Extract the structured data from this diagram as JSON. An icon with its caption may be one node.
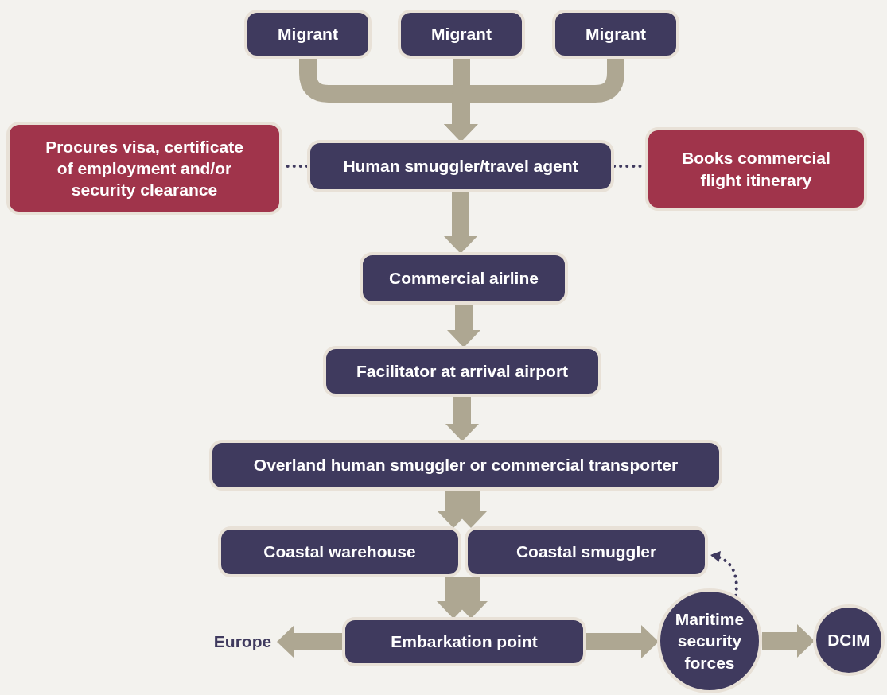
{
  "diagram": {
    "nodes": [
      {
        "text": [
          "Migrant"
        ]
      },
      {
        "text": [
          "Migrant"
        ]
      },
      {
        "text": [
          "Migrant"
        ]
      },
      {
        "text": [
          "Procures visa, certificate of employment and/or security clearance"
        ]
      },
      {
        "text": [
          "Human smuggler/travel agent"
        ]
      },
      {
        "text": [
          "Books commercial flight itinerary"
        ]
      },
      {
        "text": [
          "Commercial airline"
        ]
      },
      {
        "text": [
          "Facilitator at arrival airport"
        ]
      },
      {
        "text": [
          "Overland human smuggler or commercial transporter"
        ]
      },
      {
        "text": [
          "Coastal warehouse"
        ]
      },
      {
        "text": [
          "Coastal smuggler"
        ]
      },
      {
        "text": [
          "Embarkation point"
        ]
      },
      {
        "text": [
          "Europe"
        ]
      },
      {
        "text": [
          "Maritime security forces"
        ]
      },
      {
        "text": [
          "DCIM"
        ]
      }
    ],
    "edges": [
      {
        "from": 0,
        "to": 4,
        "arrow": "to"
      },
      {
        "from": 1,
        "to": 4,
        "arrow": "to"
      },
      {
        "from": 2,
        "to": 4,
        "arrow": "to"
      },
      {
        "from": 4,
        "to": 3,
        "arrow": "none",
        "style": "dashed",
        "color": "#3f3a5e"
      },
      {
        "from": 4,
        "to": 5,
        "arrow": "none",
        "style": "dashed",
        "color": "#3f3a5e"
      },
      {
        "from": 4,
        "to": 6,
        "arrow": "to"
      },
      {
        "from": 6,
        "to": 7,
        "arrow": "to"
      },
      {
        "from": 7,
        "to": 8,
        "arrow": "to"
      },
      {
        "from": 8,
        "to": 9,
        "arrow": "to"
      },
      {
        "from": 8,
        "to": 10,
        "arrow": "to"
      },
      {
        "from": 9,
        "to": 11,
        "arrow": "to"
      },
      {
        "from": 10,
        "to": 11,
        "arrow": "to"
      },
      {
        "from": 11,
        "to": 12,
        "arrow": "to"
      },
      {
        "from": 11,
        "to": 13,
        "arrow": "to"
      },
      {
        "from": 13,
        "to": 10,
        "arrow": "to",
        "style": "dashed",
        "color": "#3f3a5e"
      },
      {
        "from": 13,
        "to": 14,
        "arrow": "to"
      }
    ]
  }
}
